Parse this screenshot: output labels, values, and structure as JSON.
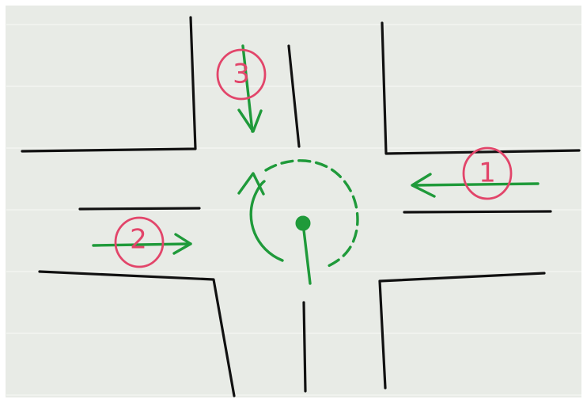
{
  "colors": {
    "road": "#111111",
    "green": "#1f9a3a",
    "pink": "#e2456a",
    "paper": "#e8ebe6"
  },
  "markers": {
    "one": "1",
    "two": "2",
    "three": "3"
  },
  "icons": {
    "vehicle": "car-marker-icon"
  }
}
